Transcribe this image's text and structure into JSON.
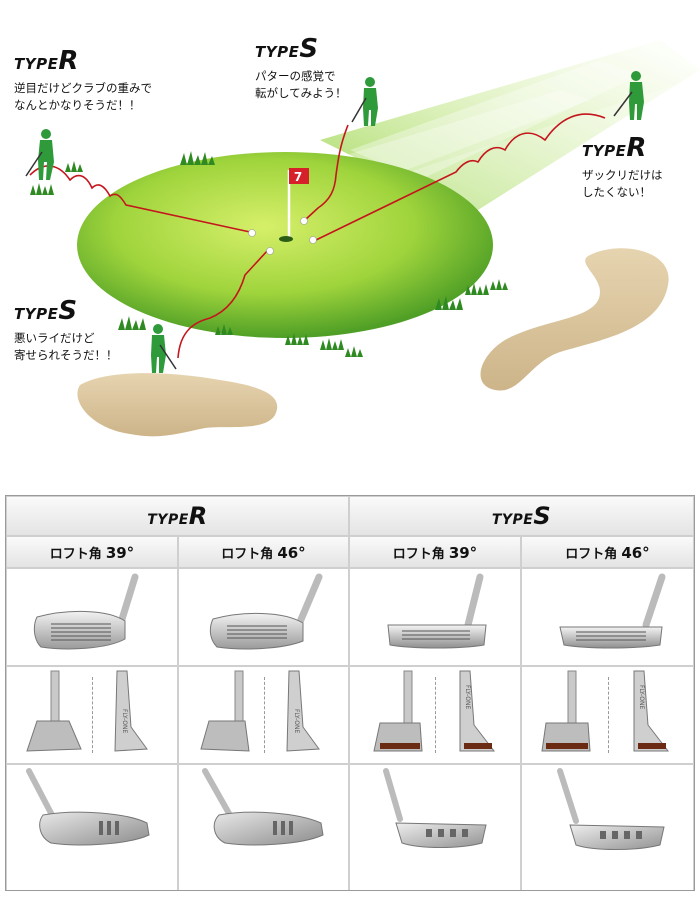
{
  "scene": {
    "callouts": [
      {
        "id": "r-left",
        "type_prefix": "TYPE",
        "type_letter": "R",
        "lines": [
          "逆目だけどクラブの重みで",
          "なんとかなりそうだ！！"
        ]
      },
      {
        "id": "s-top",
        "type_prefix": "TYPE",
        "type_letter": "S",
        "lines": [
          "パターの感覚で",
          "転がしてみよう！"
        ]
      },
      {
        "id": "r-right",
        "type_prefix": "TYPE",
        "type_letter": "R",
        "lines": [
          "ザックリだけは",
          "したくない！"
        ]
      },
      {
        "id": "s-left",
        "type_prefix": "TYPE",
        "type_letter": "S",
        "lines": [
          "悪いライだけど",
          "寄せられそうだ！！"
        ]
      }
    ],
    "flag_number": "7",
    "colors": {
      "green_light": "#b7e04a",
      "green_dark": "#4fa82a",
      "path": "#c4161c",
      "sand": "#dcc8a3",
      "golfer": "#2e9a3a"
    }
  },
  "table": {
    "groups": [
      {
        "type_prefix": "TYPE",
        "type_letter": "R"
      },
      {
        "type_prefix": "TYPE",
        "type_letter": "S"
      }
    ],
    "columns": [
      {
        "label": "ロフト角",
        "angle": "39°"
      },
      {
        "label": "ロフト角",
        "angle": "46°"
      },
      {
        "label": "ロフト角",
        "angle": "39°"
      },
      {
        "label": "ロフト角",
        "angle": "46°"
      }
    ],
    "shaft_brand": "FLY-ONE"
  }
}
